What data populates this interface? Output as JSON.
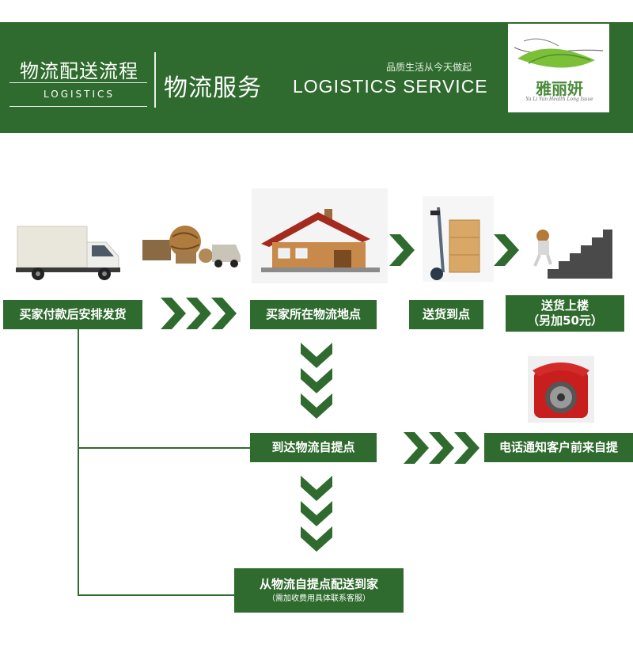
{
  "header": {
    "left_title": "物流配送流程",
    "left_subtitle": "LOGISTICS",
    "main_title": "物流服务",
    "main_title_en": "LOGISTICS SERVICE",
    "slogan": "品质生活从今天做起",
    "logo_text": "雅丽妍",
    "logo_subtext": "Ya Li Yan Health Long Issue"
  },
  "steps": {
    "buyer_pays": "买家付款后安排发货",
    "buyer_location": "买家所在物流地点",
    "deliver_point": "送货到点",
    "deliver_upstairs": "送货上楼",
    "deliver_upstairs_note": "（另加50元）",
    "arrive_pickup": "到达物流自提点",
    "phone_notify": "电话通知客户前来自提",
    "pickup_to_home": "从物流自提点配送到家",
    "pickup_to_home_note": "（需加收费用具体联系客服）"
  },
  "colors": {
    "primary_green": "#2f6b2e",
    "white": "#ffffff"
  },
  "icons": [
    "truck-image",
    "cargo-globe-image",
    "house-image",
    "hand-truck-image",
    "stairs-climber-image",
    "telephone-image",
    "chevron-arrow-icon"
  ]
}
